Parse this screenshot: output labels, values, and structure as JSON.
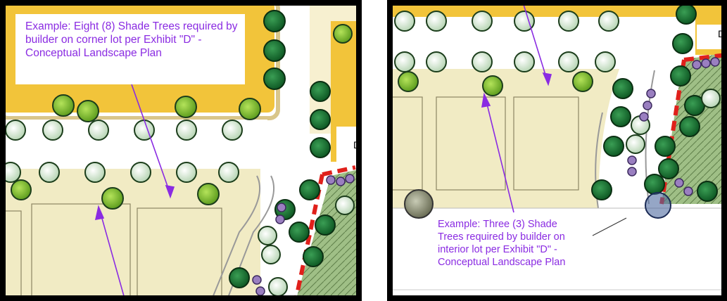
{
  "left_panel": {
    "callout_text": "Example: Eight (8) Shade Trees required by builder on corner lot per Exhibit \"D\" - Conceptual Landscape Plan",
    "lot_label": "D"
  },
  "right_panel": {
    "callout_text": "Example: Three (3) Shade Trees required by builder on interior lot per Exhibit \"D\" - Conceptual Landscape Plan",
    "lot_label": "D"
  },
  "colors": {
    "building_yellow": "#f2c43a",
    "lot_tan": "#f1ebc4",
    "road_white": "#ffffff",
    "shade_tree_lime": "#8cc63f",
    "street_tree_dark": "#1f7a3a",
    "street_tree_pale": "#e7f2e2",
    "shrub_purple": "#9a7fc0",
    "annotation_purple": "#8a2be2",
    "boundary_red": "#e0201b",
    "frame_black": "#000000"
  }
}
